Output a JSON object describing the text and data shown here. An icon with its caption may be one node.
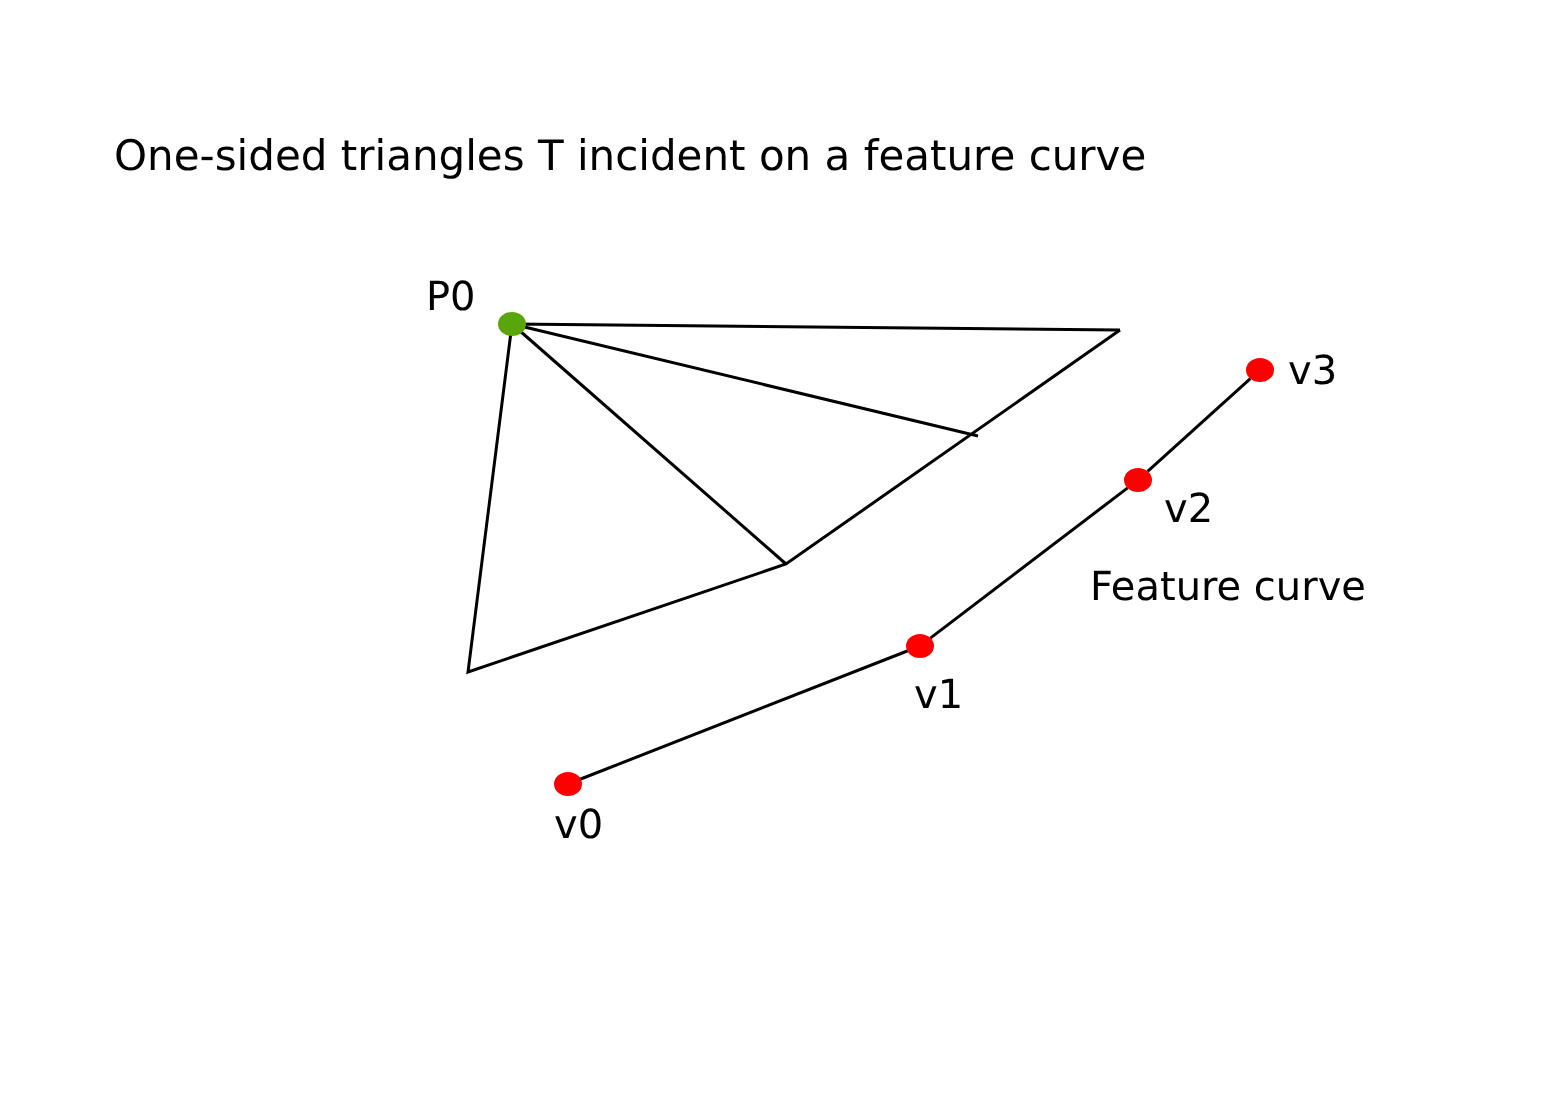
{
  "diagram": {
    "title": "One-sided triangles T incident on a feature curve",
    "nodes": [
      {
        "text": [
          "P0"
        ]
      },
      {
        "text": [
          "v0"
        ]
      },
      {
        "text": [
          "v1"
        ]
      },
      {
        "text": [
          "v2"
        ]
      },
      {
        "text": [
          "v3"
        ]
      }
    ],
    "edges": [
      {
        "from": 1,
        "to": 2,
        "arrow": "none"
      },
      {
        "from": 2,
        "to": 3,
        "arrow": "none"
      },
      {
        "from": 3,
        "to": 4,
        "arrow": "none"
      }
    ],
    "labels": [
      "Feature curve"
    ]
  }
}
